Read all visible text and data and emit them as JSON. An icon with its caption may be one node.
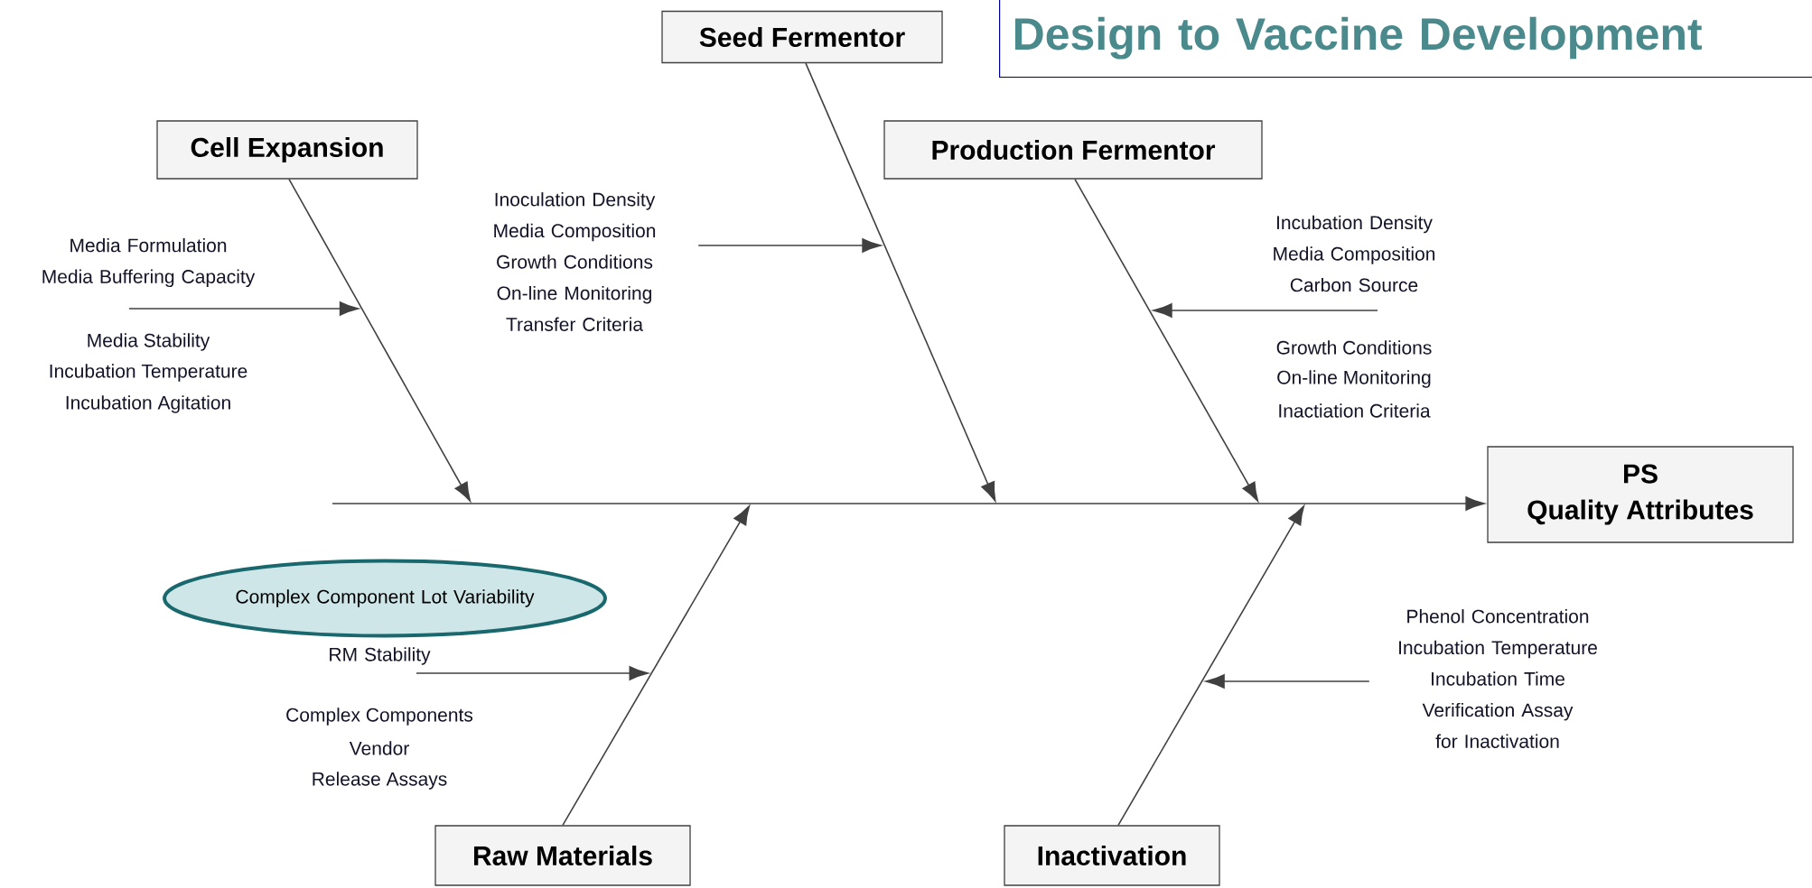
{
  "diagram": {
    "title": "Design to Vaccine Development",
    "nodes": [
      {
        "text": [
          "Seed Fermentor"
        ]
      },
      {
        "text": [
          "Cell Expansion"
        ]
      },
      {
        "text": [
          "Production Fermentor"
        ]
      },
      {
        "text": [
          "PS",
          "Quality Attributes"
        ]
      },
      {
        "text": [
          "Raw Materials"
        ]
      },
      {
        "text": [
          "Inactivation"
        ]
      },
      {
        "text": [
          "Media Formulation",
          "Media Buffering Capacity"
        ]
      },
      {
        "text": [
          "Inoculation Density",
          "Media Composition",
          "Growth Conditions",
          "On-line Monitoring",
          "Transfer Criteria"
        ]
      },
      {
        "text": [
          "Incubation Density",
          "Media Composition",
          "Carbon Source"
        ]
      },
      {
        "text": [
          "Complex Component Lot Variability"
        ]
      },
      {
        "text": [
          "RM Stability"
        ]
      },
      {
        "text": [
          "Phenol Concentration",
          "Incubation Temperature",
          "Incubation Time",
          "Verification Assay for Inactivation"
        ]
      }
    ],
    "edges": [
      {
        "from": null,
        "to": 3,
        "arrow": "to"
      },
      {
        "from": 1,
        "to": null,
        "arrow": "to"
      },
      {
        "from": 0,
        "to": null,
        "arrow": "to"
      },
      {
        "from": 2,
        "to": null,
        "arrow": "to"
      },
      {
        "from": 4,
        "to": null,
        "arrow": "to"
      },
      {
        "from": 5,
        "to": null,
        "arrow": "to"
      },
      {
        "from": 6,
        "to": null,
        "arrow": "to"
      },
      {
        "from": 7,
        "to": null,
        "arrow": "to"
      },
      {
        "from": 8,
        "to": null,
        "arrow": "to"
      },
      {
        "from": 10,
        "to": null,
        "arrow": "to"
      },
      {
        "from": 11,
        "to": null,
        "arrow": "to"
      }
    ],
    "labels": [
      "Media Stability",
      "Incubation Temperature",
      "Incubation Agitation",
      "Growth Conditions",
      "On-line Monitoring",
      "Inactiation Criteria",
      "Complex Components",
      "Vendor",
      "Release Assays"
    ]
  }
}
